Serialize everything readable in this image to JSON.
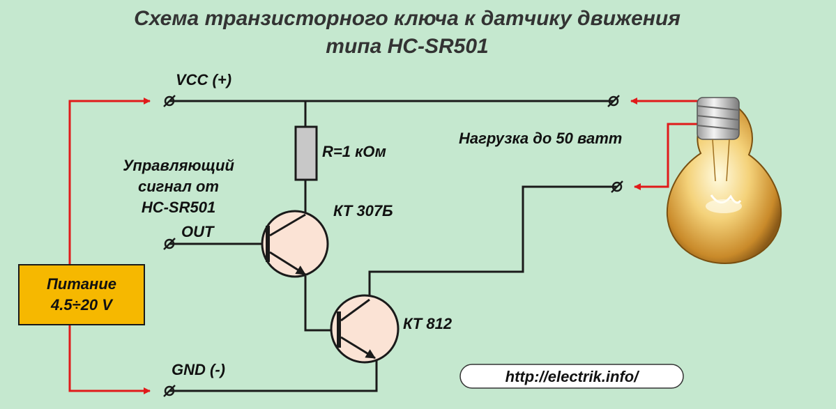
{
  "title": {
    "line1": "Схема транзисторного ключа к датчику движения",
    "line2": "типа HC-SR501"
  },
  "labels": {
    "vcc": "VCC (+)",
    "gnd": "GND (-)",
    "out": "OUT",
    "resistor": "R=1 кОм",
    "transistor1": "КТ 307Б",
    "transistor2": "КТ 812",
    "load": "Нагрузка до 50 ватт",
    "control": [
      "Управляющий",
      "сигнал от",
      "HC-SR501"
    ],
    "power": [
      "Питание",
      "4.5÷20 V"
    ],
    "url": "http://electrik.info/"
  },
  "colors": {
    "background": "#c5e8cf",
    "wire": "#1a1a1a",
    "arrow": "#e01a1a",
    "power_box": "#f6b800",
    "transistor_fill": "#fbe3d5",
    "resistor_fill": "#c8c8c8"
  }
}
